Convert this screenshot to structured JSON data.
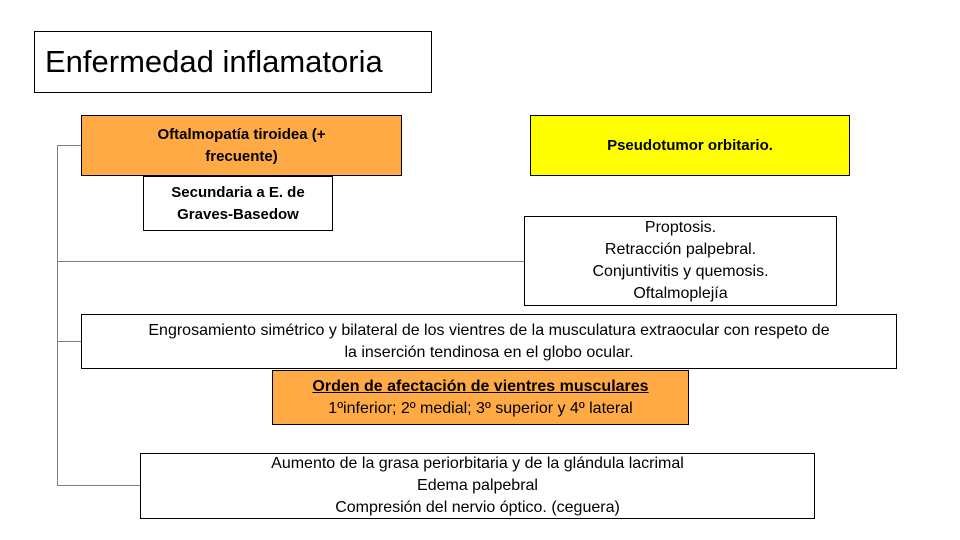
{
  "title": "Enfermedad inflamatoria",
  "oftalmopatia": {
    "line1": "Oftalmopatía tiroidea (+",
    "line2": "frecuente)"
  },
  "secundaria": {
    "line1": "Secundaria a E. de",
    "line2": "Graves-Basedow"
  },
  "pseudotumor": "Pseudotumor orbitario.",
  "signos": [
    "Proptosis.",
    "Retracción palpebral.",
    "Conjuntivitis y quemosis.",
    "Oftalmoplejía"
  ],
  "engrosamiento": {
    "line1": "Engrosamiento simétrico y bilateral de los vientres de la musculatura extraocular con respeto de",
    "line2": "la inserción tendinosa en el globo ocular."
  },
  "orden": {
    "heading": "Orden de afectación de vientres musculares",
    "text": "1ºinferior; 2º medial; 3º superior y 4º lateral"
  },
  "otros": [
    "Aumento de la grasa periorbitaria y de la glándula lacrimal",
    "Edema palpebral",
    "Compresión del nervio óptico. (ceguera)"
  ],
  "colors": {
    "orange": "#ffaa44",
    "yellow": "#ffff00",
    "connector": "#808080"
  }
}
